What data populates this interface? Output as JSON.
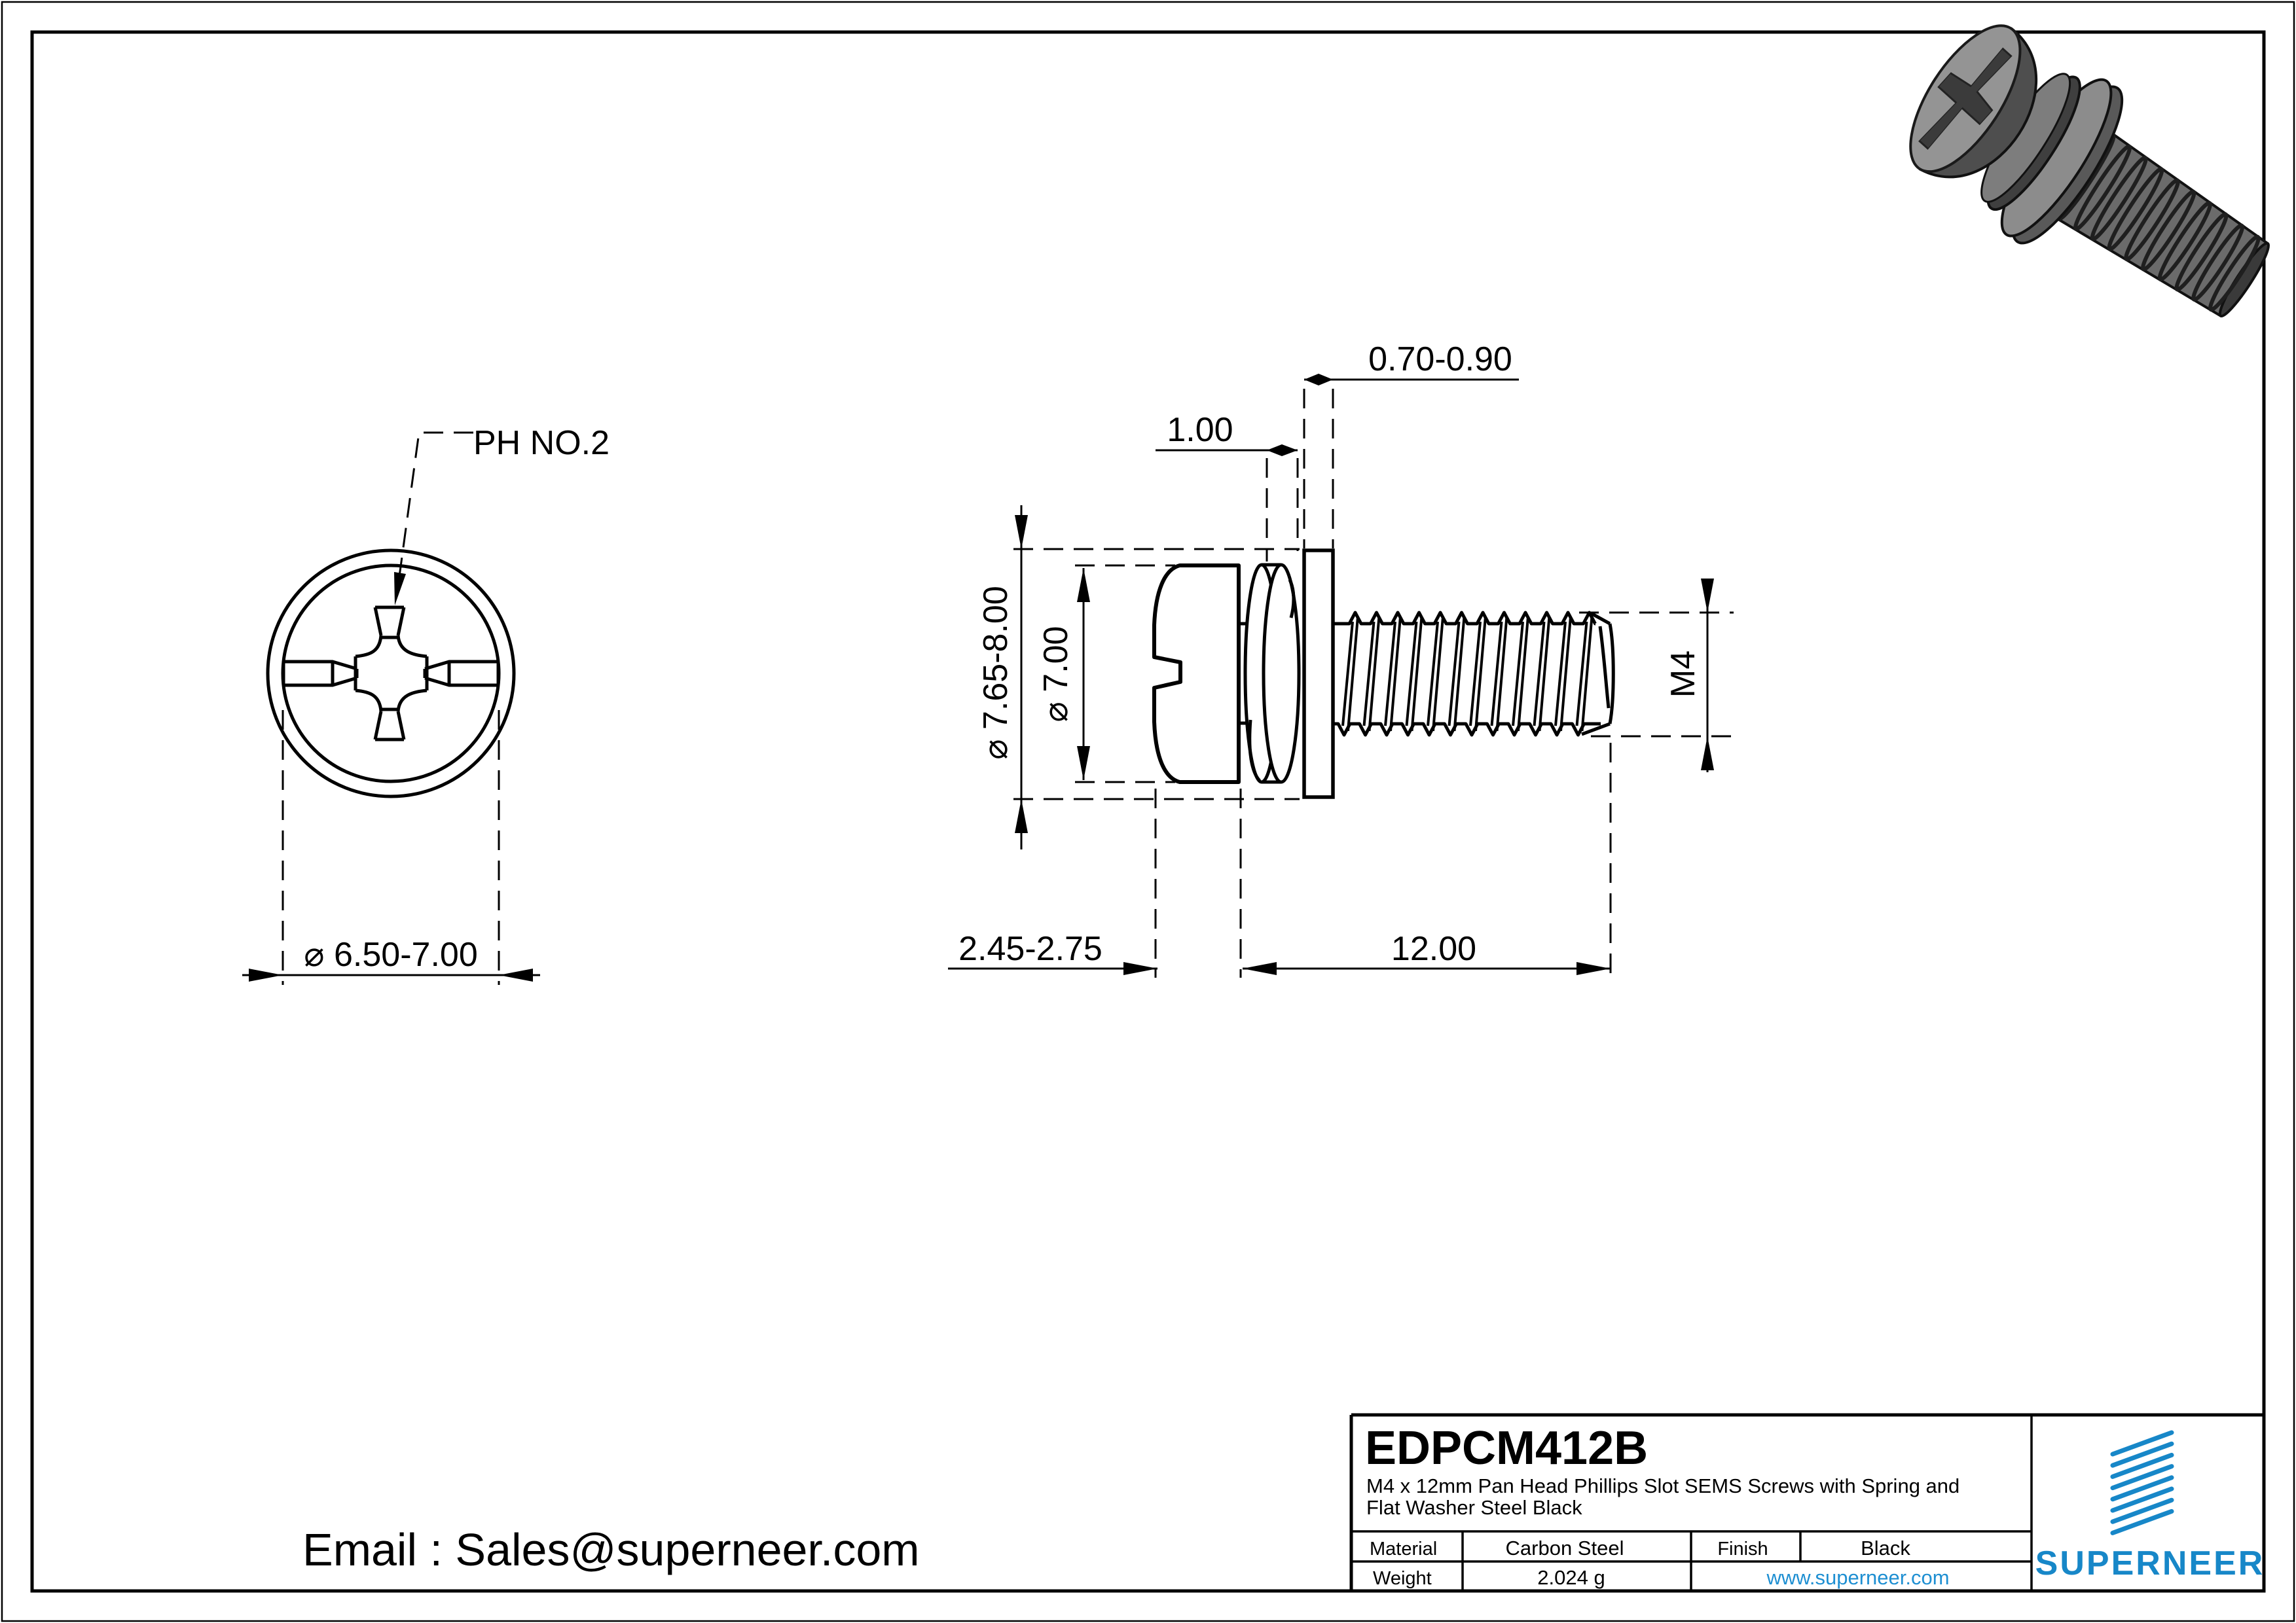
{
  "drawing": {
    "front_view": {
      "drive_label": "PH NO.2",
      "head_diameter_dim": "⌀ 6.50-7.00"
    },
    "side_view": {
      "flat_washer_thickness_dim": "0.70-0.90",
      "spring_washer_thickness_dim": "1.00",
      "washer_od_dim": "⌀ 7.65-8.00",
      "head_od_dim": "⌀ 7.00",
      "thread_size_dim": "M4",
      "head_height_dim": "2.45-2.75",
      "thread_length_dim": "12.00"
    }
  },
  "title_block": {
    "part_number": "EDPCM412B",
    "description_line1": "M4 x 12mm Pan Head Phillips Slot SEMS Screws with Spring and",
    "description_line2": "Flat Washer Steel Black",
    "material_label": "Material",
    "material_value": "Carbon Steel",
    "finish_label": "Finish",
    "finish_value": "Black",
    "weight_label": "Weight",
    "weight_value": "2.024 g",
    "website": "www.superneer.com",
    "brand": "SUPERNEER"
  },
  "footer": {
    "email": "Email : Sales@superneer.com"
  },
  "colors": {
    "brand_blue": "#1787c8",
    "link_blue": "#1e8fd2",
    "line": "#000000",
    "background": "#ffffff"
  }
}
